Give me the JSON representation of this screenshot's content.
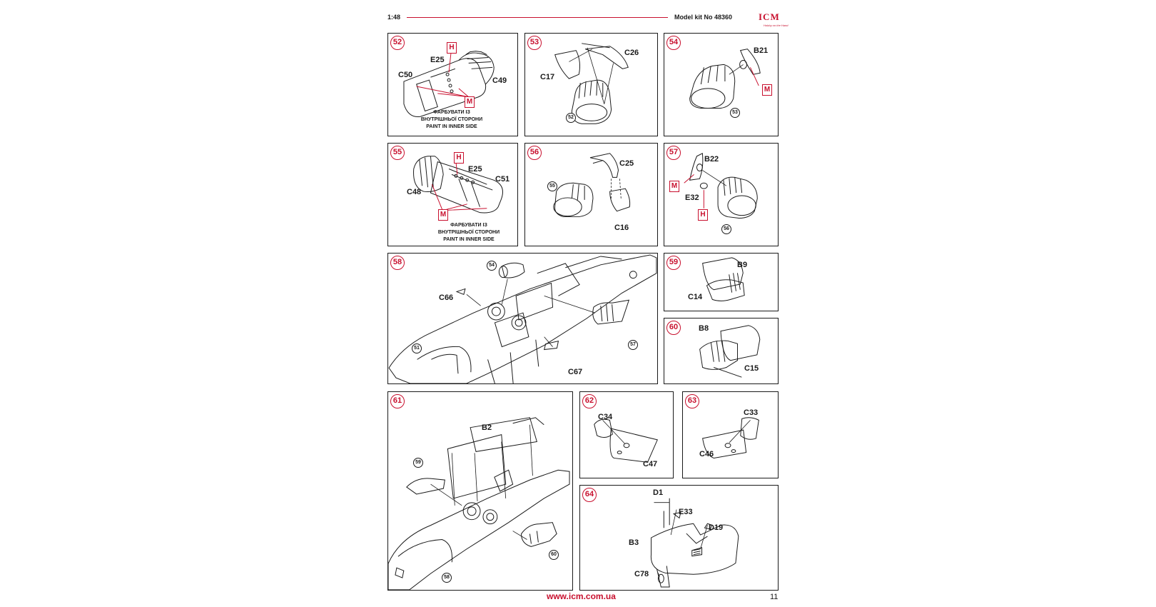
{
  "header": {
    "scale": "1:48",
    "kit_number": "Model kit No 48360"
  },
  "brand": {
    "logo": "ICM",
    "tagline": "Hobby on the Hand",
    "accent_color": "#c8102e"
  },
  "notes": {
    "paint_inner_ua_1": "ФАРБУВАТИ ІЗ",
    "paint_inner_ua_2": "ВНУТРІШНЬОЇ СТОРОНИ",
    "paint_inner_en": "PAINT IN INNER SIDE"
  },
  "steps": {
    "s52": {
      "number": "52",
      "labels": {
        "e25": "E25",
        "c50": "C50",
        "c49": "C49"
      },
      "tags": {
        "h": "H",
        "m": "M"
      }
    },
    "s53": {
      "number": "53",
      "labels": {
        "c26": "C26",
        "c17": "C17"
      },
      "refs": {
        "r52": "52"
      }
    },
    "s54": {
      "number": "54",
      "labels": {
        "b21": "B21"
      },
      "tags": {
        "m": "M"
      },
      "refs": {
        "r53": "53"
      }
    },
    "s55": {
      "number": "55",
      "labels": {
        "e25": "E25",
        "c51": "C51",
        "c48": "C48"
      },
      "tags": {
        "h": "H",
        "m": "M"
      }
    },
    "s56": {
      "number": "56",
      "labels": {
        "c25": "C25",
        "c16": "C16"
      },
      "refs": {
        "r55": "55"
      }
    },
    "s57": {
      "number": "57",
      "labels": {
        "b22": "B22",
        "e32": "E32"
      },
      "tags": {
        "m": "M",
        "h": "H"
      },
      "refs": {
        "r56": "56"
      }
    },
    "s58": {
      "number": "58",
      "labels": {
        "c66": "C66",
        "c67": "C67"
      },
      "refs": {
        "r54": "54",
        "r51": "51",
        "r57": "57"
      }
    },
    "s59": {
      "number": "59",
      "labels": {
        "b9": "B9",
        "c14": "C14"
      }
    },
    "s60": {
      "number": "60",
      "labels": {
        "b8": "B8",
        "c15": "C15"
      }
    },
    "s61": {
      "number": "61",
      "labels": {
        "b2": "B2"
      },
      "refs": {
        "r59": "59",
        "r60": "60",
        "r58": "58"
      }
    },
    "s62": {
      "number": "62",
      "labels": {
        "c34": "C34",
        "c47": "C47"
      }
    },
    "s63": {
      "number": "63",
      "labels": {
        "c33": "C33",
        "c46": "C46"
      }
    },
    "s64": {
      "number": "64",
      "labels": {
        "d1": "D1",
        "e33": "E33",
        "d19": "D19",
        "b3": "B3",
        "c78": "C78"
      }
    }
  },
  "footer": {
    "url": "www.icm.com.ua",
    "page": "11"
  }
}
